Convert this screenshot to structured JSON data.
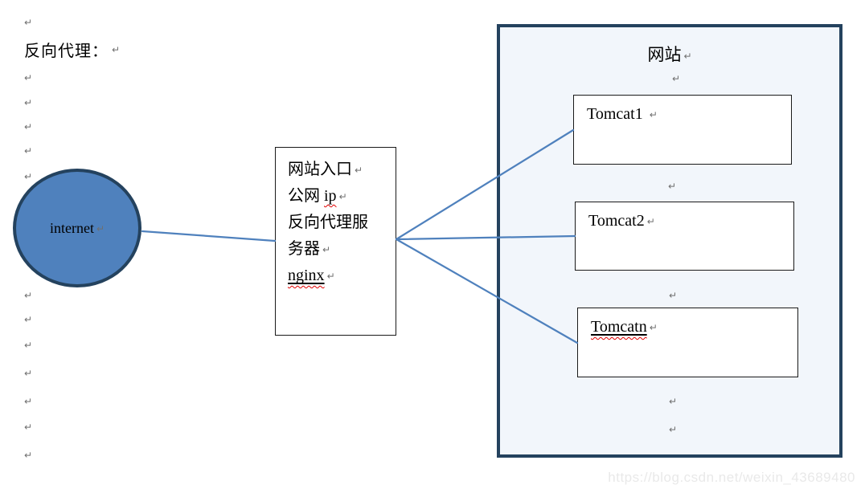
{
  "page": {
    "title": "反向代理：",
    "watermark": "https://blog.csdn.net/weixin_43689480"
  },
  "marks": {
    "pilcrow": "↵"
  },
  "colors": {
    "accent": "#4f81bd",
    "shape_border": "#24425e",
    "panel_fill": "#f2f6fb",
    "connector": "#4f81bd",
    "spellcheck": "#e00000",
    "pilcrow": "#6f6f6f",
    "watermark": "#e9e9e9",
    "thin_border": "#1a1a1a"
  },
  "diagram": {
    "internet": {
      "label": "internet",
      "pilcrow": true
    },
    "proxy_box": {
      "lines": [
        {
          "segments": [
            {
              "t": "网站入口"
            }
          ],
          "pilcrow": true
        },
        {
          "segments": [
            {
              "t": "公网 "
            },
            {
              "t": "ip",
              "spell": true
            }
          ],
          "pilcrow": true
        },
        {
          "segments": [
            {
              "t": "反向代理服"
            }
          ],
          "pilcrow": false
        },
        {
          "segments": [
            {
              "t": "务器"
            }
          ],
          "pilcrow": true
        },
        {
          "segments": [
            {
              "t": "nginx",
              "underline": true,
              "spell": true
            }
          ],
          "pilcrow": true
        }
      ]
    },
    "website": {
      "title": "网站",
      "title_pilcrow": true,
      "servers": [
        {
          "segments": [
            {
              "t": "Tomcat1 "
            }
          ],
          "pilcrow": true
        },
        {
          "segments": [
            {
              "t": "Tomcat2"
            }
          ],
          "pilcrow": true
        },
        {
          "segments": [
            {
              "t": "Tomcatn",
              "underline": true,
              "spell": true
            }
          ],
          "pilcrow": true
        }
      ]
    }
  }
}
